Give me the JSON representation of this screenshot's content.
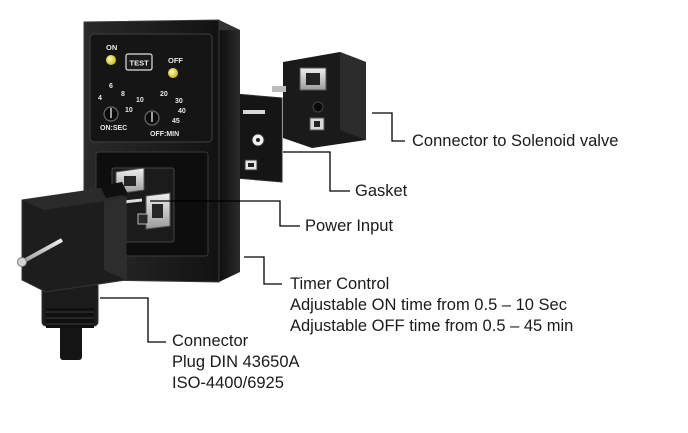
{
  "timer_panel": {
    "on_label": "ON",
    "off_label": "OFF",
    "test_label": "TEST",
    "on_dial_scale": [
      "4",
      "6",
      "8",
      "10"
    ],
    "off_dial_scale": [
      "10",
      "20",
      "30",
      "40",
      "45"
    ],
    "on_dial_unit": "ON:SEC",
    "off_dial_unit": "OFF:MIN"
  },
  "callouts": {
    "solenoid_connector": "Connector to Solenoid valve",
    "gasket": "Gasket",
    "power_input": "Power Input",
    "timer_control": {
      "title": "Timer Control",
      "line1": "Adjustable ON time from 0.5 – 10 Sec",
      "line2": "Adjustable OFF time from 0.5 – 45 min"
    },
    "connector": {
      "title": "Connector",
      "line1": "Plug DIN 43650A",
      "line2": "ISO-4400/6925"
    }
  },
  "colors": {
    "housing": "#1c1c1c",
    "housing_edge": "#3a3a3a",
    "led_on": "#e8e23a",
    "led_off": "#e8e23a",
    "metal": "#c9c9c9",
    "leader_line": "#000000"
  }
}
